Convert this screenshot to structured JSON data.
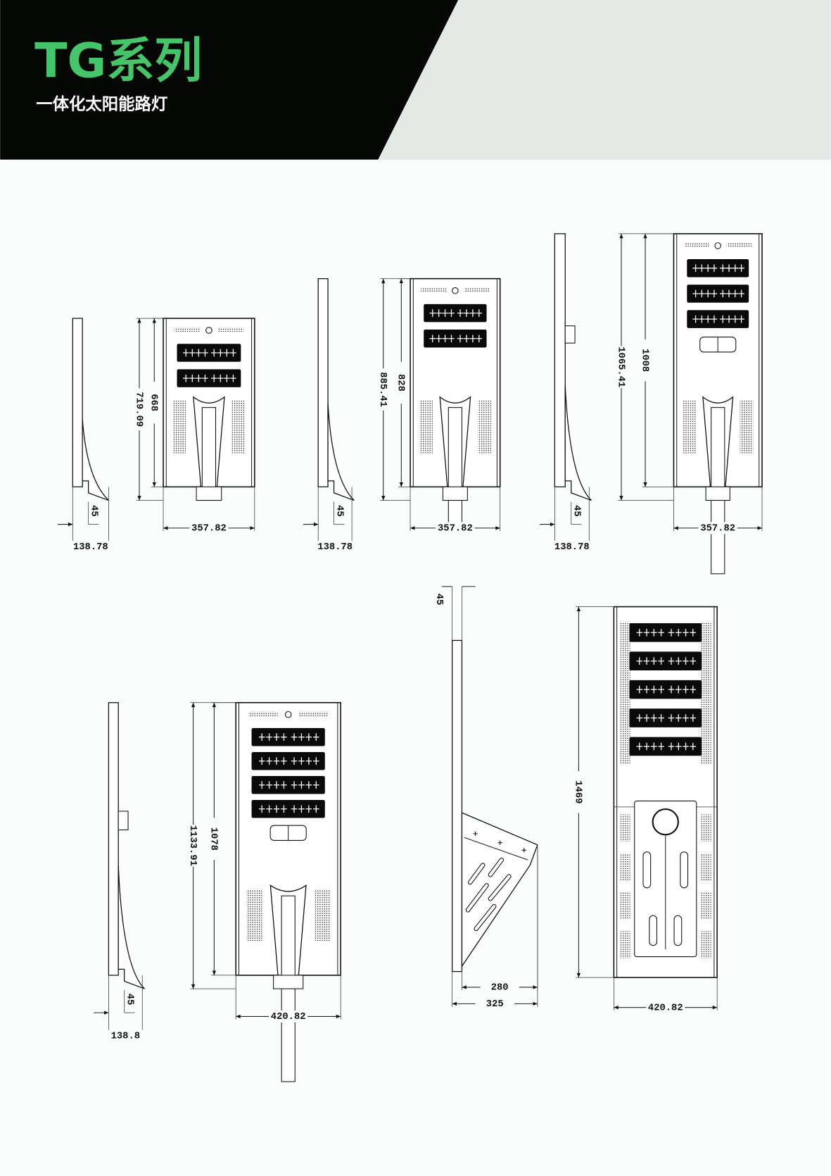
{
  "header": {
    "title": "TG系列",
    "subtitle": "一体化太阳能路灯",
    "accent_color": "#45c46a",
    "dark_color": "#050805",
    "light_color": "#e4e9e6"
  },
  "drawings": [
    {
      "model": "small-2-module",
      "led_modules": 2,
      "front_dims": {
        "height_inner": "668",
        "height_total": "719.09",
        "width": "357.82"
      },
      "side_dims": {
        "offset": "45",
        "depth": "138.78"
      }
    },
    {
      "model": "medium-2-module",
      "led_modules": 2,
      "front_dims": {
        "height_inner": "828",
        "height_total": "885.41",
        "width": "357.82"
      },
      "side_dims": {
        "offset": "45",
        "depth": "138.78"
      }
    },
    {
      "model": "medium-3-module",
      "led_modules": 3,
      "front_dims": {
        "height_inner": "1008",
        "height_total": "1065.41",
        "width": "357.82"
      },
      "side_dims": {
        "offset": "45",
        "depth": "138.78"
      }
    },
    {
      "model": "large-4-module",
      "led_modules": 4,
      "front_dims": {
        "height_inner": "1078",
        "height_total": "1133.91",
        "width": "420.82"
      },
      "side_dims": {
        "offset": "45",
        "depth": "138.8"
      }
    },
    {
      "model": "xlarge-5-module",
      "led_modules": 5,
      "front_dims": {
        "height_total": "1469",
        "width": "420.82"
      },
      "side_dims": {
        "offset": "45",
        "bracket_depth": "280",
        "depth": "325"
      }
    }
  ]
}
